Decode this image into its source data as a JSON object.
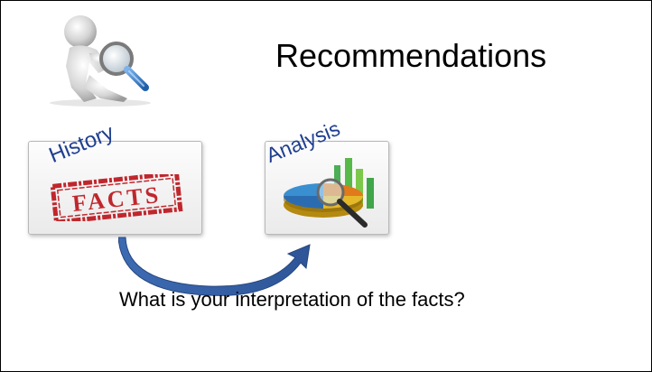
{
  "slide": {
    "title": "Recommendations",
    "history_label": "History",
    "facts_stamp": "FACTS",
    "analysis_label": "Analysis",
    "question": "What is your interpretation of the facts?"
  },
  "colors": {
    "label_blue": "#1f3f8f",
    "stamp_red": "#c0272d",
    "arrow_blue": "#2e5597"
  },
  "icons": {
    "person": "person-with-magnifier-icon",
    "analysis": "pie-chart-magnifier-icon",
    "arrow": "curved-arrow-icon"
  }
}
